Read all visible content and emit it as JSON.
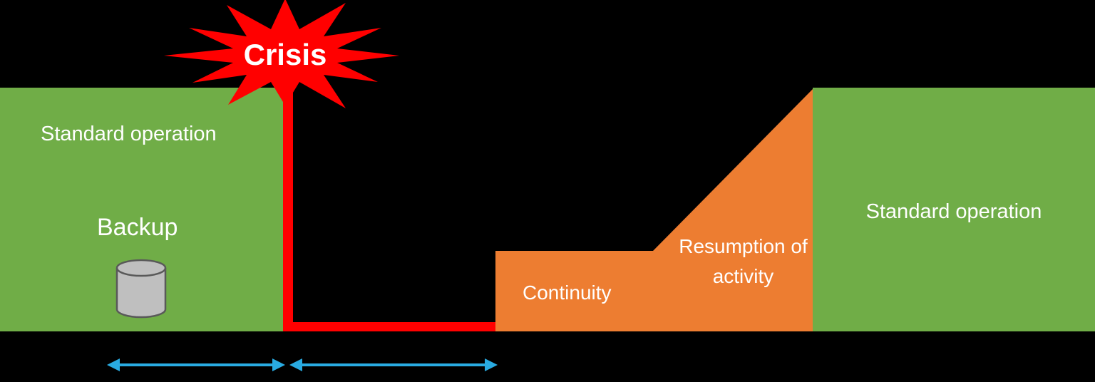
{
  "colors": {
    "background": "#000000",
    "green": "#70AD47",
    "orange": "#ED7D31",
    "red": "#FF0000",
    "blue": "#29ABE2",
    "white": "#FFFFFF",
    "cylinder_fill": "#BFBFBF",
    "cylinder_stroke": "#595959"
  },
  "diagram": {
    "left_block": {
      "label": "Standard operation",
      "backup_label": "Backup"
    },
    "crisis": {
      "label": "Crisis"
    },
    "recovery": {
      "continuity_label": "Continuity",
      "resumption_label": "Resumption of activity"
    },
    "right_block": {
      "label": "Standard operation"
    },
    "icons": {
      "backup": "database-cylinder",
      "crisis": "red-starburst",
      "intervals": "double-headed-arrows"
    }
  }
}
